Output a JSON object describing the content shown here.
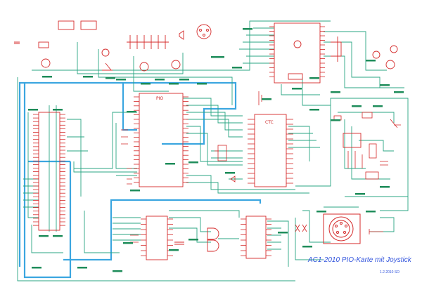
{
  "diagram": {
    "title": "AC1-2010 PIO-Karte mit Joystick",
    "subtitle": "1.2.2010 SO",
    "colors": {
      "wire": "#2aa583",
      "bus": "#3ba6e0",
      "part": "#d42a2a",
      "label": "#3355dd",
      "pad": "#1e8c5a"
    },
    "chips": [
      {
        "id": "pio",
        "label": "PIO"
      },
      {
        "id": "ctc",
        "label": "CTC"
      }
    ]
  }
}
